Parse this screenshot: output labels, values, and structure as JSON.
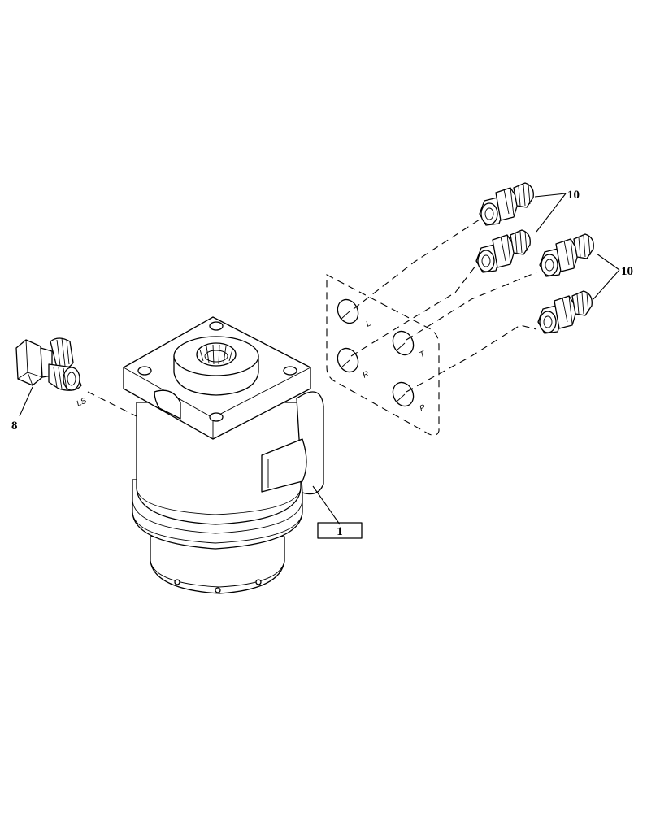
{
  "callouts": {
    "item_8": "8",
    "item_10_top": "10",
    "item_10_right": "10",
    "item_1": "1"
  },
  "ports": {
    "l": "L",
    "t": "T",
    "r": "R",
    "p": "P",
    "ls": "LS"
  },
  "colors": {
    "line": "#000000",
    "background": "#ffffff"
  }
}
